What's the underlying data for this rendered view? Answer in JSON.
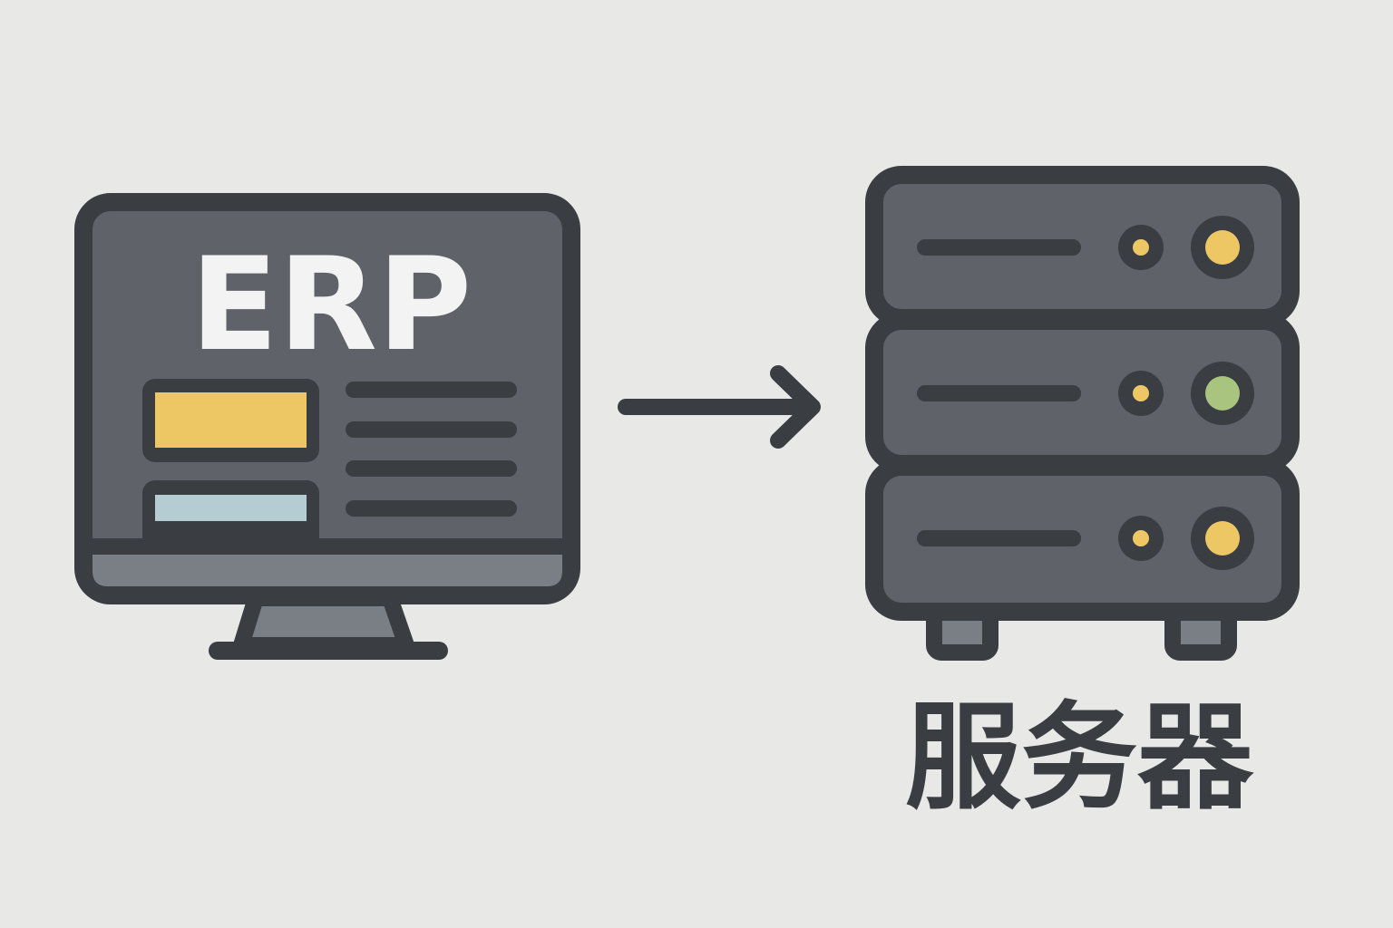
{
  "monitor": {
    "screen_title": "ERP"
  },
  "server": {
    "label": "服务器"
  },
  "colors": {
    "background": "#e8e8e7",
    "outline": "#3a3e43",
    "panel": "#5f6369",
    "chin": "#7a7f85",
    "yellow": "#eec765",
    "light_blue": "#b6ccd3",
    "green": "#a9c47f"
  },
  "server_units": [
    {
      "led_color": "yellow"
    },
    {
      "led_color": "green"
    },
    {
      "led_color": "yellow"
    }
  ]
}
